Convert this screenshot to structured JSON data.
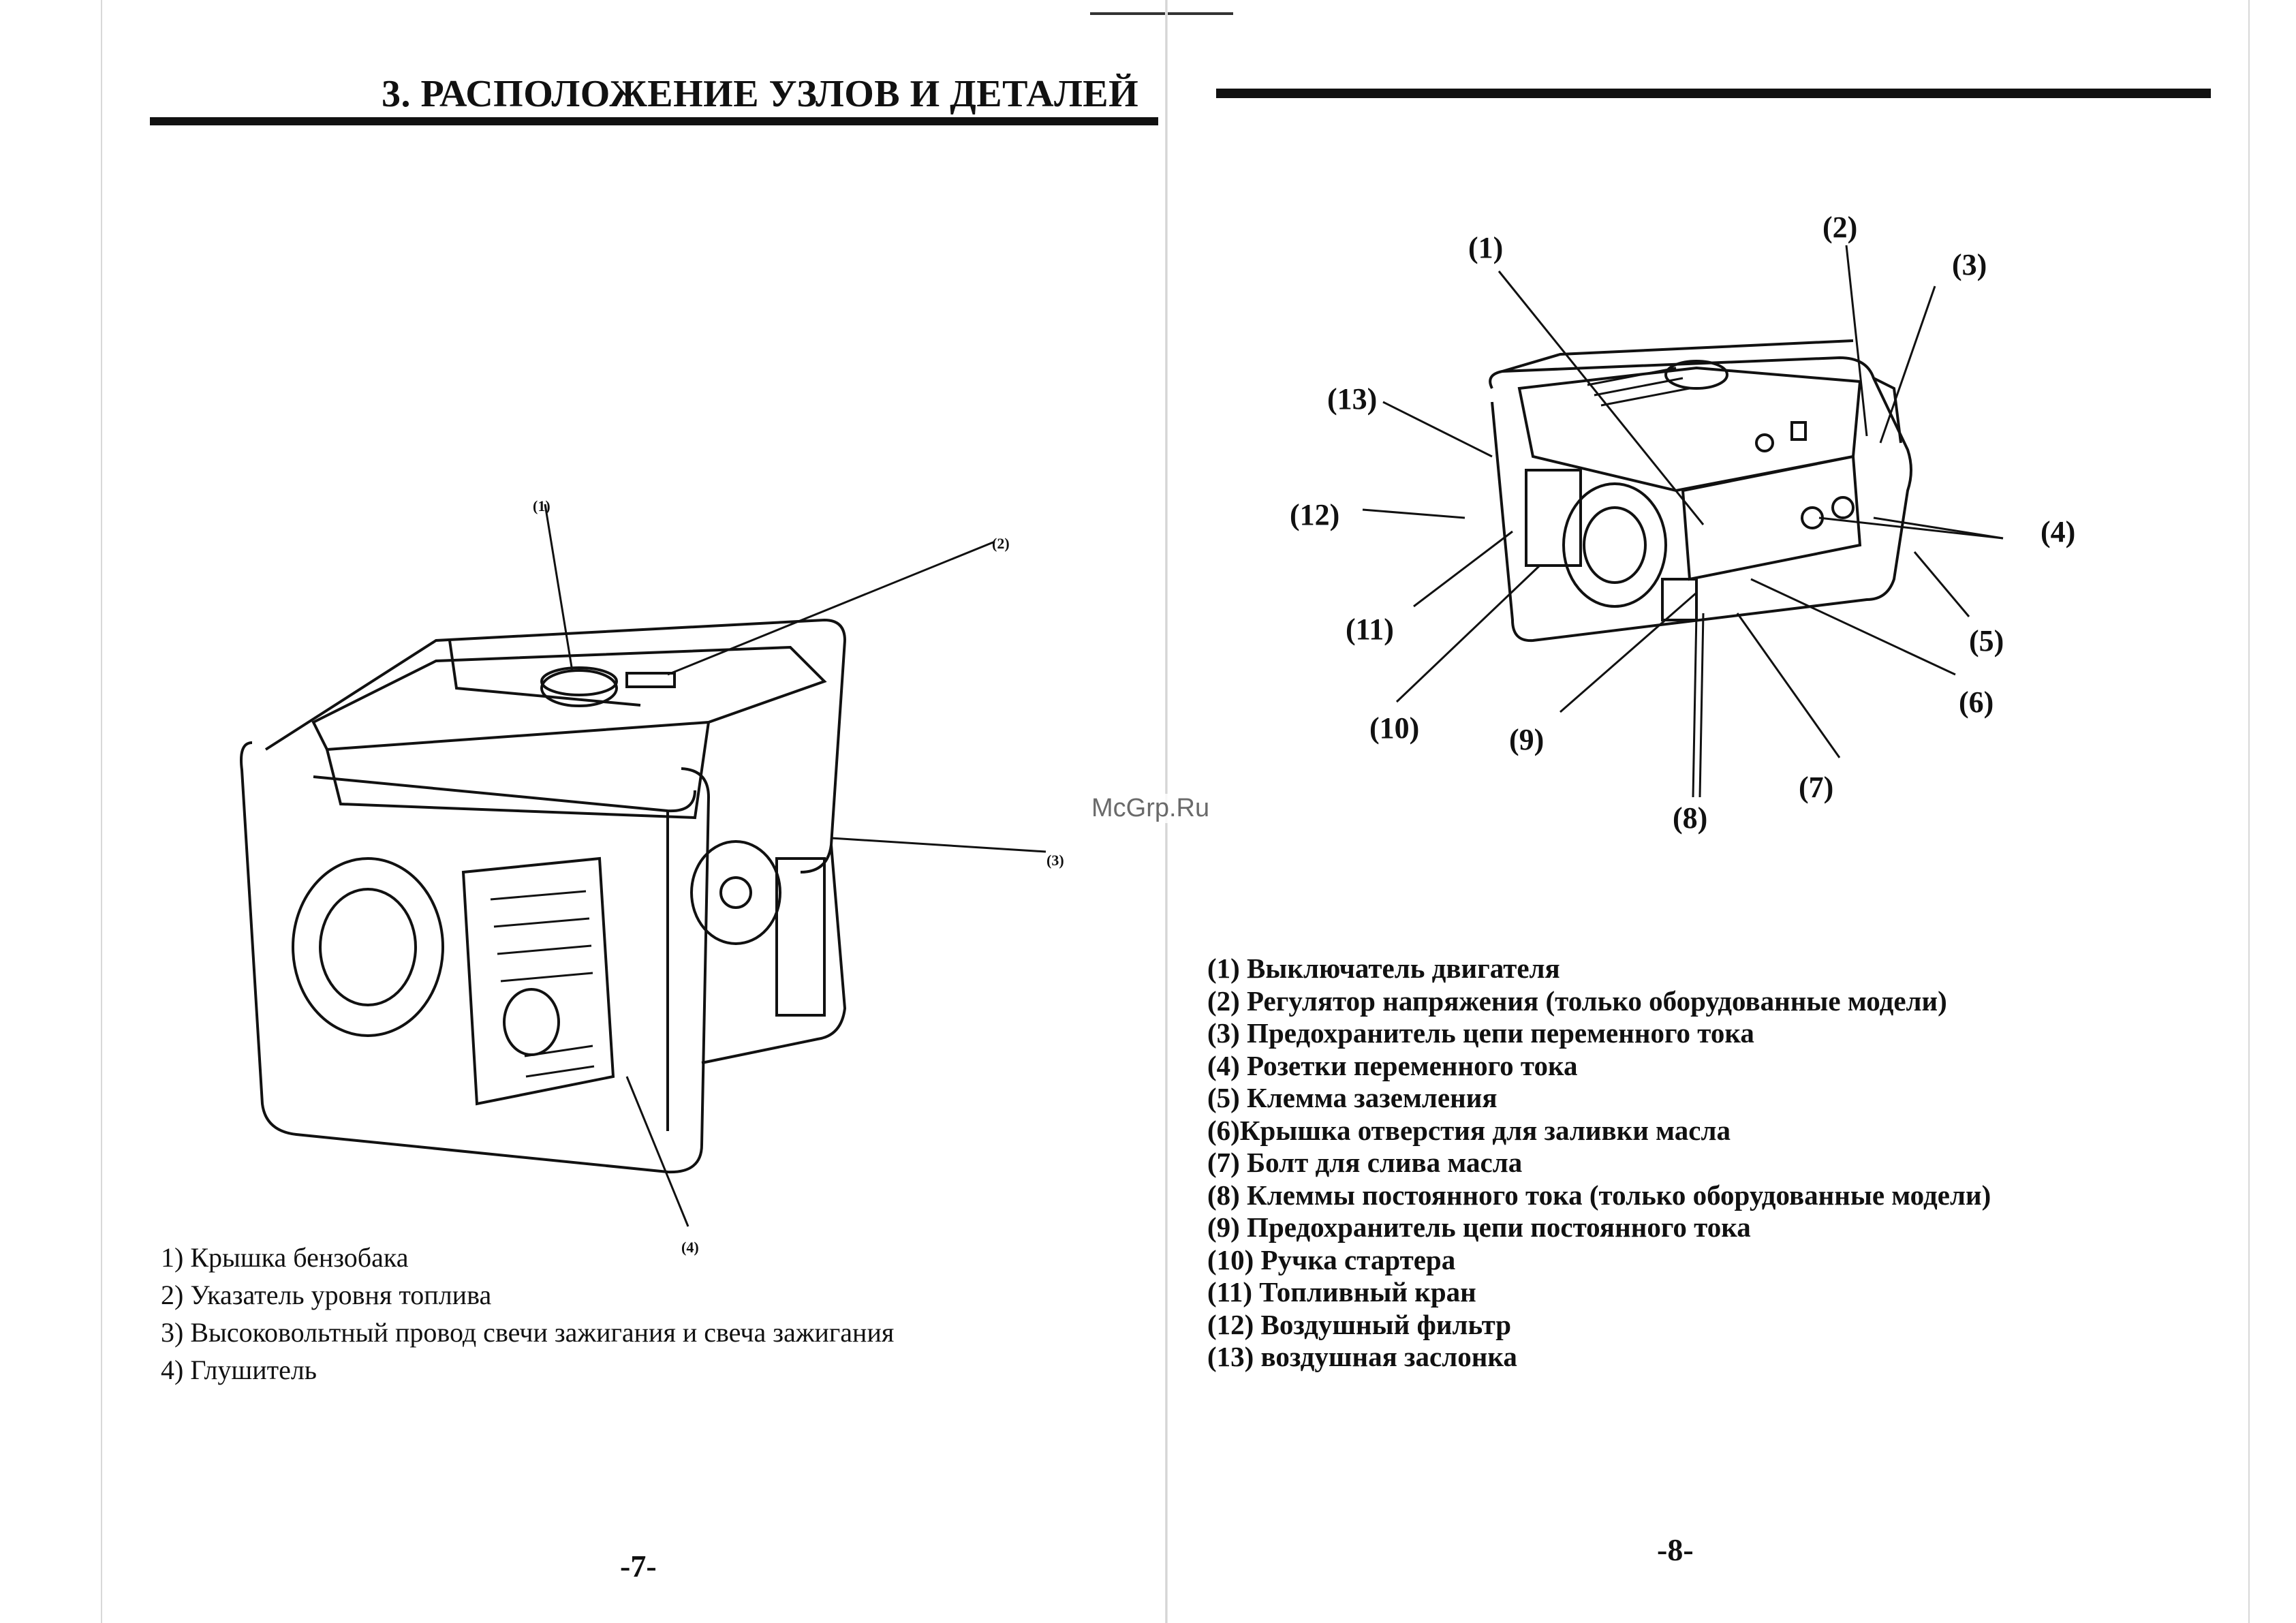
{
  "left_page": {
    "title": "3. РАСПОЛОЖЕНИЕ УЗЛОВ И  ДЕТАЛЕЙ",
    "callouts": [
      "(1)",
      "(2)",
      "(3)",
      "(4)"
    ],
    "captions": [
      "1) Крышка бензобака",
      "2) Указатель уровня топлива",
      "3) Высоковольтный провод свечи зажигания и свеча зажигания",
      "4) Глушитель"
    ],
    "page_number": "-7-"
  },
  "right_page": {
    "callouts": [
      "(1)",
      "(2)",
      "(3)",
      "(4)",
      "(5)",
      "(6)",
      "(7)",
      "(8)",
      "(9)",
      "(10)",
      "(11)",
      "(12)",
      "(13)"
    ],
    "captions": [
      "(1) Выключатель двигателя",
      "(2) Регулятор напряжения (только оборудованные модели)",
      "(3) Предохранитель цепи переменного тока",
      "(4) Розетки переменного тока",
      "(5) Клемма заземления",
      "(6)Крышка отверстия для заливки масла",
      "(7) Болт для слива масла",
      "(8) Клеммы постоянного тока (только оборудованные модели)",
      "(9) Предохранитель цепи постоянного тока",
      "(10) Ручка стартера",
      "(11) Топливный кран",
      "(12) Воздушный фильтр",
      "(13) воздушная заслонка"
    ],
    "page_number": "-8-"
  },
  "watermark": "McGrp.Ru",
  "icons": {
    "left_illustration": "generator-illustration",
    "right_illustration": "generator-illustration"
  }
}
